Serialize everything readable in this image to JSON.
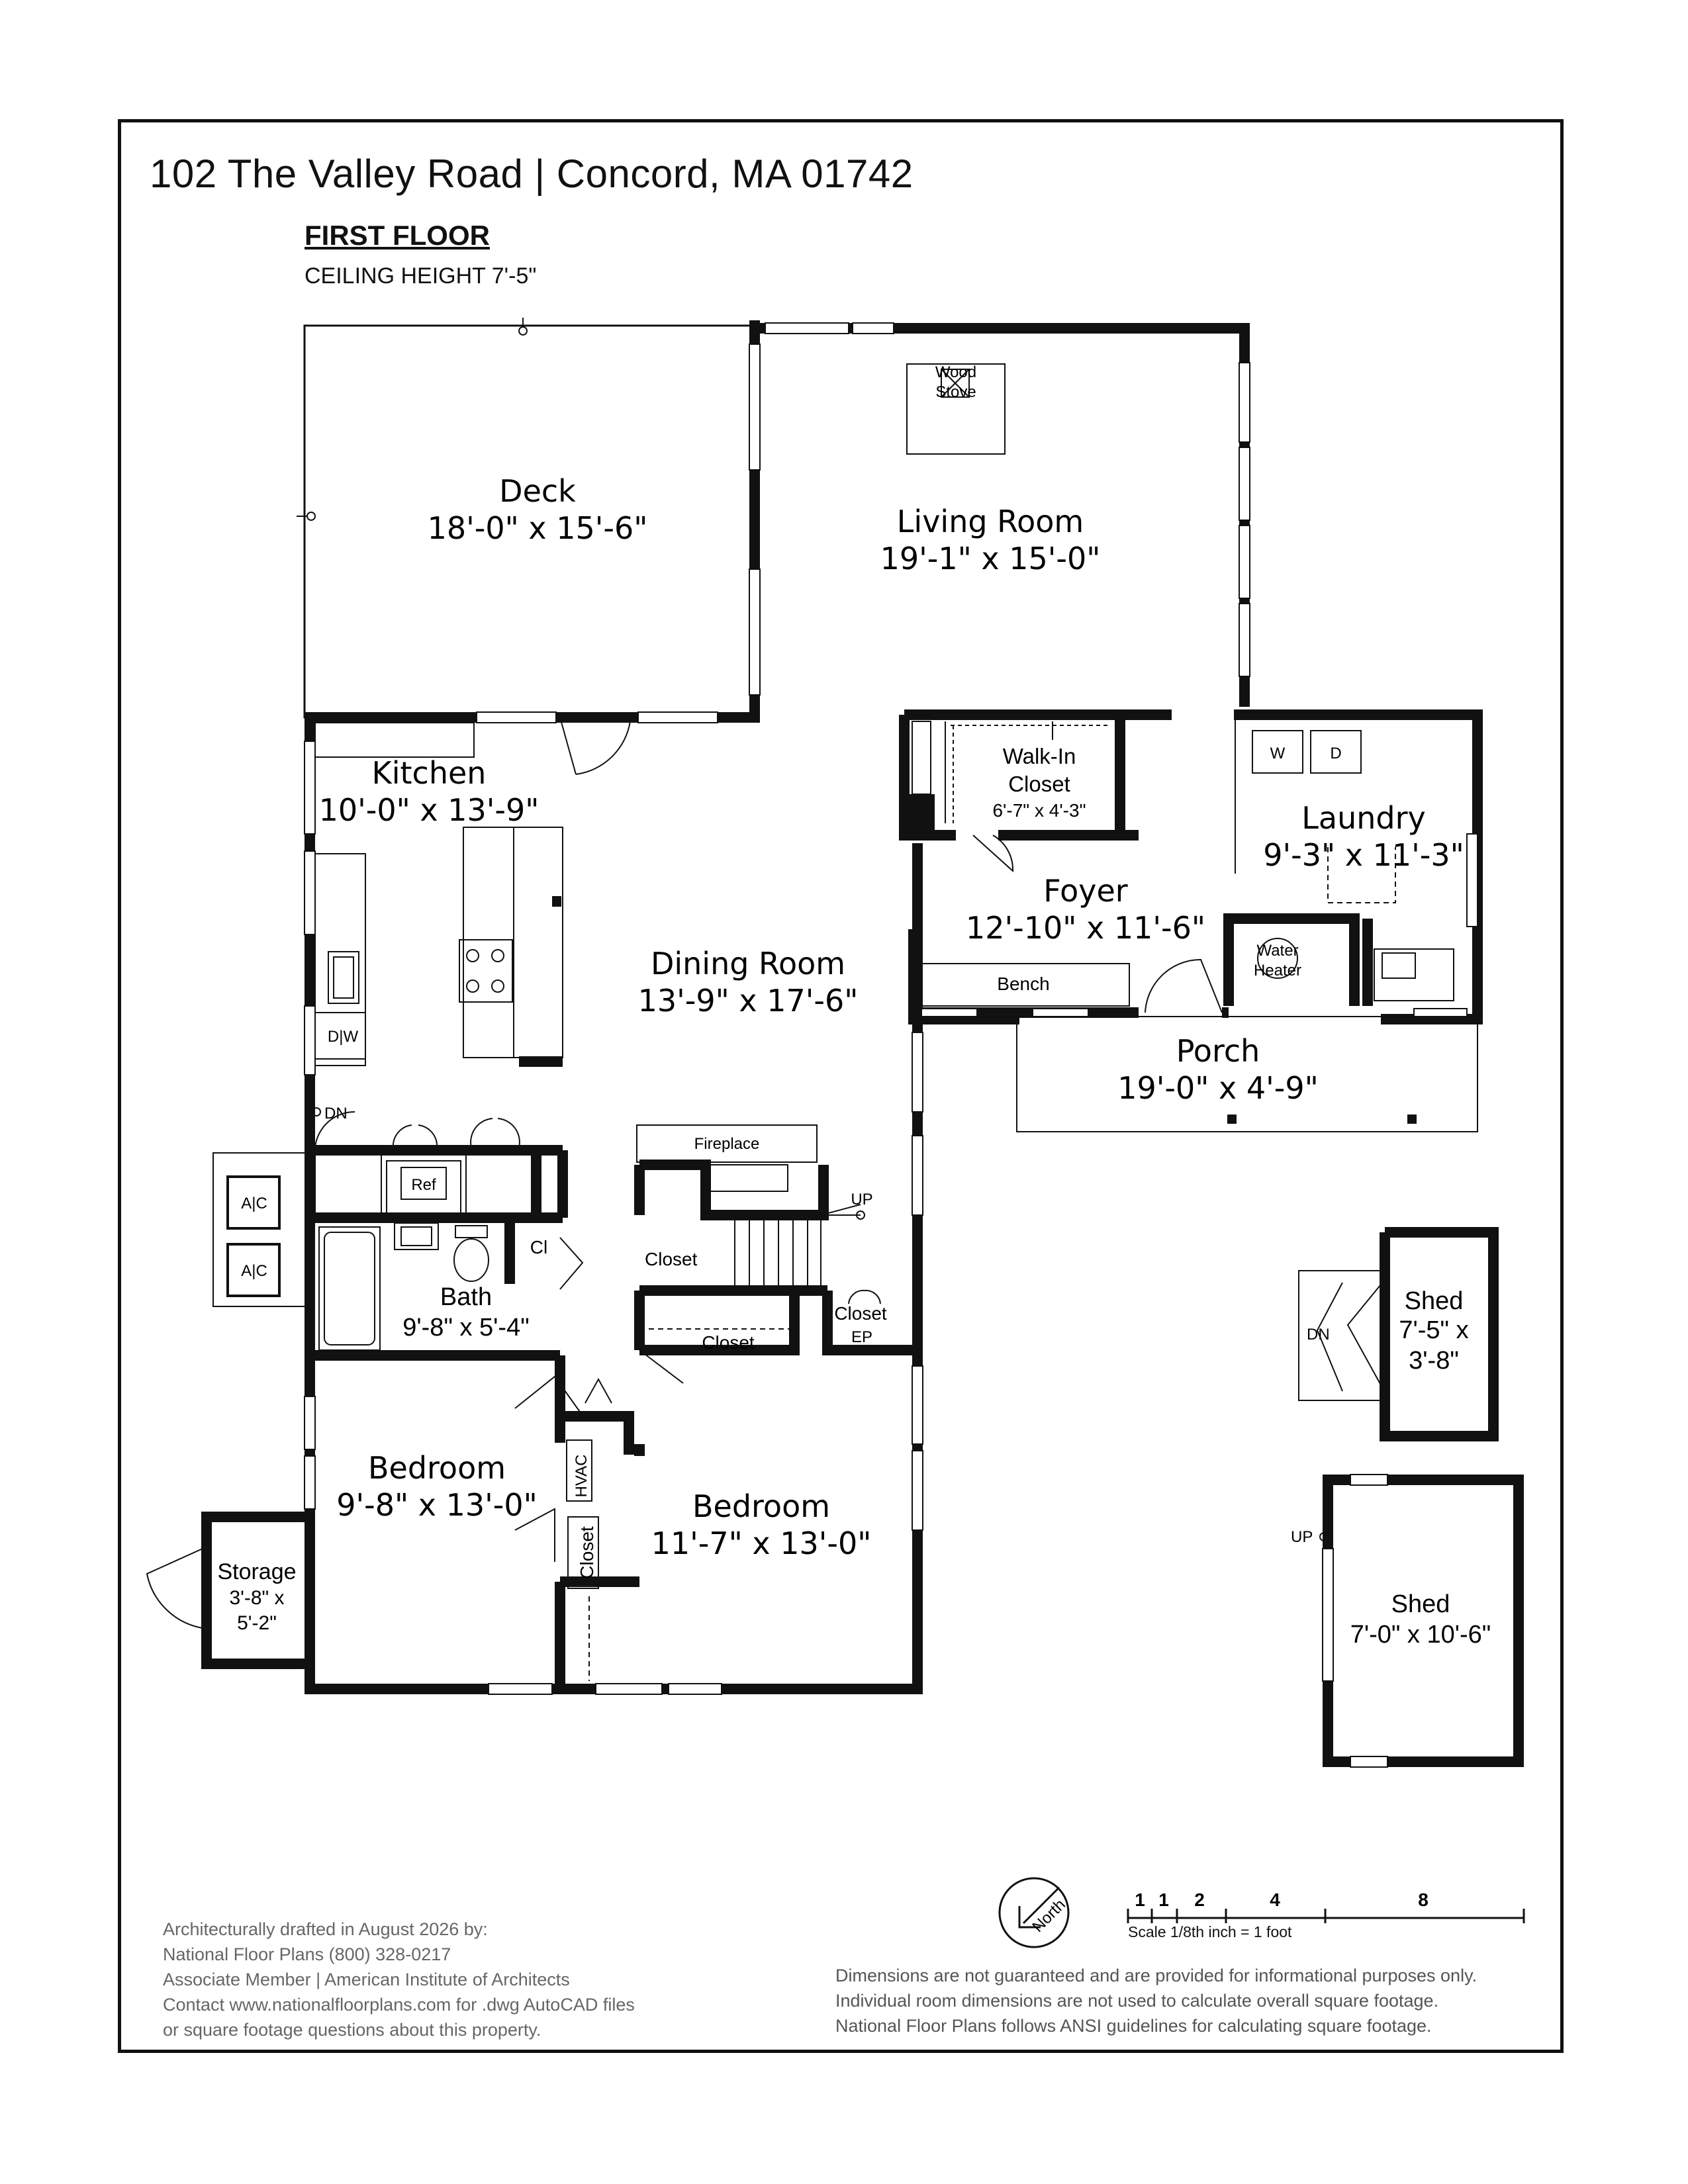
{
  "header": {
    "address": "102 The Valley Road | Concord, MA 01742",
    "floor_title": "FIRST FLOOR",
    "ceiling": "CEILING HEIGHT 7'-5\""
  },
  "rooms": {
    "deck": {
      "name": "Deck",
      "dim": "18'-0\" x 15'-6\""
    },
    "living": {
      "name": "Living Room",
      "dim": "19'-1\" x 15'-0\""
    },
    "kitchen": {
      "name": "Kitchen",
      "dim": "10'-0\" x 13'-9\""
    },
    "dining": {
      "name": "Dining Room",
      "dim": "13'-9\" x 17'-6\""
    },
    "walkin": {
      "name1": "Walk-In",
      "name2": "Closet",
      "dim": "6'-7\" x 4'-3\""
    },
    "foyer": {
      "name": "Foyer",
      "dim": "12'-10\" x 11'-6\""
    },
    "laundry": {
      "name": "Laundry",
      "dim": "9'-3\" x 11'-3\""
    },
    "porch": {
      "name": "Porch",
      "dim": "19'-0\" x 4'-9\""
    },
    "bath": {
      "name": "Bath",
      "dim": "9'-8\" x 5'-4\""
    },
    "bedroom1": {
      "name": "Bedroom",
      "dim": "9'-8\" x 13'-0\""
    },
    "bedroom2": {
      "name": "Bedroom",
      "dim": "11'-7\" x 13'-0\""
    },
    "storage": {
      "name": "Storage",
      "dim1": "3'-8\" x",
      "dim2": "5'-2\""
    },
    "shed1": {
      "name": "Shed",
      "dim1": "7'-5\" x",
      "dim2": "3'-8\""
    },
    "shed2": {
      "name": "Shed",
      "dim": "7'-0\" x 10'-6\""
    }
  },
  "fixtures": {
    "wood_stove1": "Wood",
    "wood_stove2": "Stove",
    "washer": "W",
    "dryer": "D",
    "water_heater1": "Water",
    "water_heater2": "Heater",
    "bench": "Bench",
    "fireplace": "Fireplace",
    "closet": "Closet",
    "cl": "Cl",
    "ep": "EP",
    "hvac": "HVAC",
    "ac": "A|C",
    "ref": "Ref",
    "dw": "D|W",
    "dn": "DN",
    "up": "UP"
  },
  "compass": "North",
  "scale": {
    "ticks": [
      "1",
      "1",
      "2",
      "4",
      "8"
    ],
    "label": "Scale 1/8th inch = 1 foot"
  },
  "credit": [
    "Architecturally drafted in August 2026 by:",
    "National Floor Plans   (800) 328-0217",
    "Associate Member | American Institute of Architects",
    "Contact www.nationalfloorplans.com for .dwg AutoCAD files",
    "or square footage questions about this property."
  ],
  "disclaimer": [
    "Dimensions are not guaranteed and are provided for informational purposes only.",
    "Individual room dimensions are not used to calculate overall square footage.",
    "National Floor Plans follows ANSI guidelines for calculating square footage."
  ]
}
